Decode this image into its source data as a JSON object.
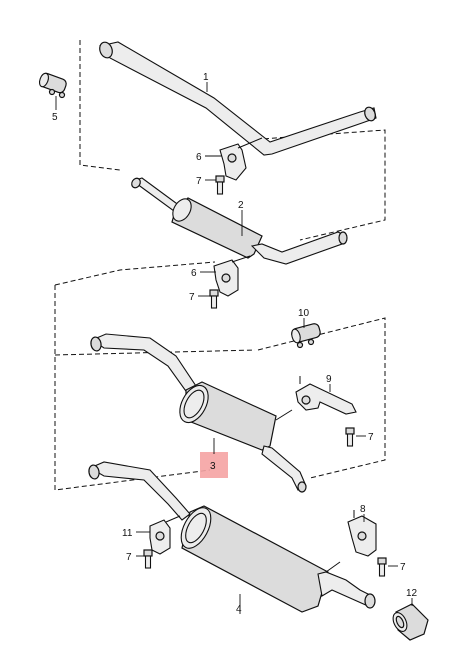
{
  "callouts": [
    {
      "id": "c1",
      "text": "1"
    },
    {
      "id": "c2",
      "text": "2"
    },
    {
      "id": "c3",
      "text": "3"
    },
    {
      "id": "c4",
      "text": "4"
    },
    {
      "id": "c5",
      "text": "5"
    },
    {
      "id": "c6a",
      "text": "6"
    },
    {
      "id": "c6b",
      "text": "6"
    },
    {
      "id": "c7a",
      "text": "7"
    },
    {
      "id": "c7b",
      "text": "7"
    },
    {
      "id": "c7c",
      "text": "7"
    },
    {
      "id": "c7d",
      "text": "7"
    },
    {
      "id": "c7e",
      "text": "7"
    },
    {
      "id": "c8",
      "text": "8"
    },
    {
      "id": "c9",
      "text": "9"
    },
    {
      "id": "c10",
      "text": "10"
    },
    {
      "id": "c11",
      "text": "11"
    },
    {
      "id": "c12",
      "text": "12"
    }
  ],
  "highlight": {
    "callout": "3",
    "color": "#f5a3a3"
  }
}
